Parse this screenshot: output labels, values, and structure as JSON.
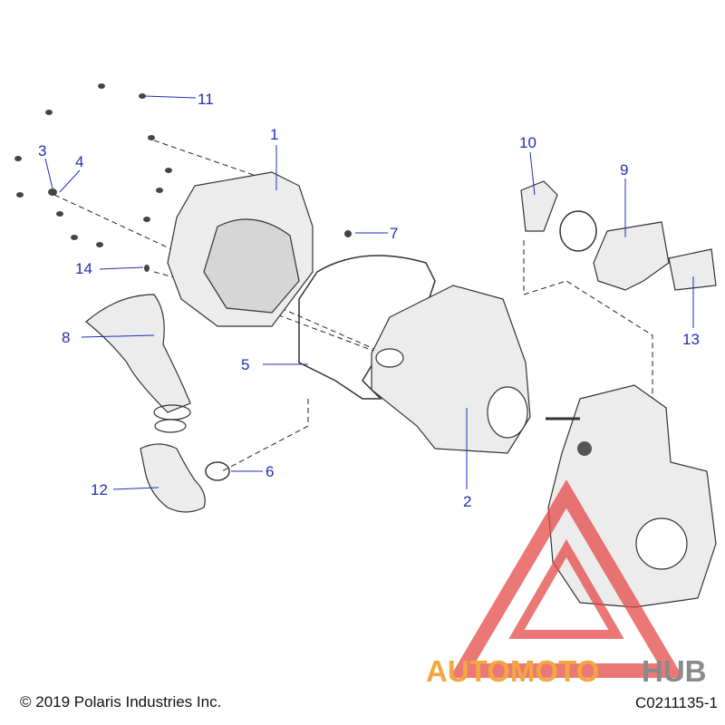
{
  "callouts": [
    {
      "id": "1",
      "label": "1"
    },
    {
      "id": "2",
      "label": "2"
    },
    {
      "id": "3",
      "label": "3"
    },
    {
      "id": "4",
      "label": "4"
    },
    {
      "id": "5",
      "label": "5"
    },
    {
      "id": "6",
      "label": "6"
    },
    {
      "id": "7",
      "label": "7"
    },
    {
      "id": "8",
      "label": "8"
    },
    {
      "id": "9",
      "label": "9"
    },
    {
      "id": "10",
      "label": "10"
    },
    {
      "id": "11",
      "label": "11"
    },
    {
      "id": "12",
      "label": "12"
    },
    {
      "id": "13",
      "label": "13"
    },
    {
      "id": "14",
      "label": "14"
    }
  ],
  "watermark": {
    "text_part1": "AUTOMOTO",
    "text_part2": "HUB",
    "color_primary": "#f2a640",
    "color_secondary": "#8a8a8a",
    "triangle_color": "#e64a4a"
  },
  "footer": {
    "copyright": "© 2019 Polaris Industries Inc.",
    "diagram_code": "C0211135-1"
  },
  "colors": {
    "callout": "#1f2fb0",
    "line": "#333333"
  }
}
